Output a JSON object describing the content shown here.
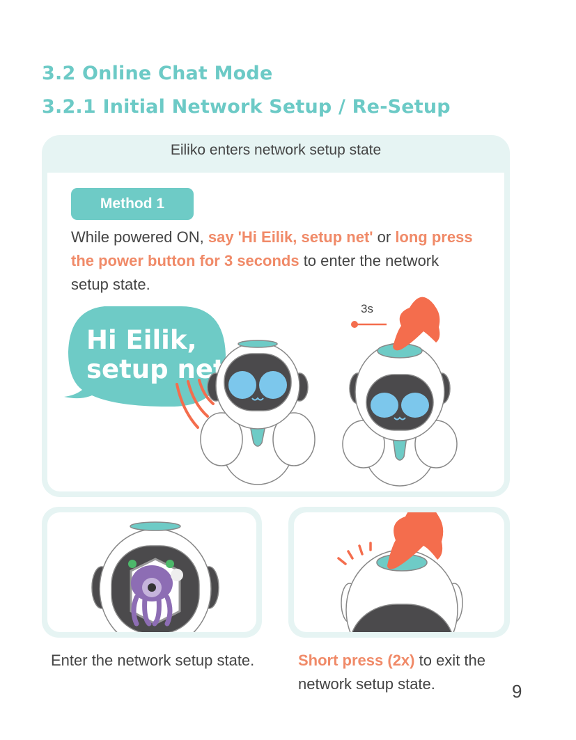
{
  "headings": {
    "section": "3.2 Online Chat Mode",
    "subsection": "3.2.1 Initial Network Setup / Re-Setup"
  },
  "panel": {
    "title": "Eiliko enters network setup state",
    "badge": "Method 1",
    "text": {
      "p1": "While powered ON, ",
      "h1": "say 'Hi Eilik, setup net'",
      "p2": " or ",
      "h2": "long press the power button for 3 seconds",
      "p3": " to enter the network setup state."
    },
    "bubble": {
      "line1": "Hi Eilik,",
      "line2": "setup net"
    },
    "timer_label": "3s"
  },
  "steps": {
    "left_caption": "Enter the network setup state.",
    "right_caption_highlight": "Short press (2x)",
    "right_caption_rest": " to exit the network setup state."
  },
  "page_number": "9",
  "colors": {
    "teal": "#6ecbc6",
    "orange": "#f08a68",
    "hand": "#f46d4d",
    "panel_bg": "#e6f4f3",
    "screen": "#4b4a4c",
    "eye": "#7cc7ec"
  }
}
